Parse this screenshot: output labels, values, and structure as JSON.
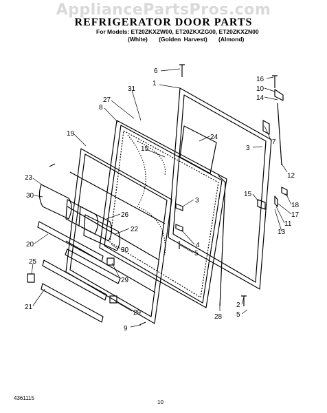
{
  "watermark": "AppliancePartsPros.com",
  "title": "REFRIGERATOR DOOR PARTS",
  "models_line": "For Models: ET20ZKXZW00, ET20ZKXZG00, ET20ZKXZN00",
  "variants": [
    "(White)",
    "(Golden Harvest)",
    "(Almond)"
  ],
  "footer_code": "4361115",
  "page_number": "10",
  "callouts": {
    "c6": "6",
    "c1": "1",
    "c31": "31",
    "c27": "27",
    "c8": "8",
    "c19": "19",
    "c15a": "15",
    "c24": "24",
    "c23": "23",
    "c30a": "30",
    "c26": "26",
    "c22": "22",
    "c30b": "30",
    "c20": "20",
    "c25": "25",
    "c29a": "29",
    "c21": "21",
    "c9": "9",
    "c29b": "29",
    "c3a": "3",
    "c4": "4",
    "c5a": "5",
    "c28": "28",
    "c16": "16",
    "c10": "10",
    "c14": "14",
    "c7": "7",
    "c3b": "3",
    "c12": "12",
    "c15b": "15",
    "c18": "18",
    "c17": "17",
    "c11": "11",
    "c13": "13",
    "c2": "2",
    "c5b": "5"
  }
}
